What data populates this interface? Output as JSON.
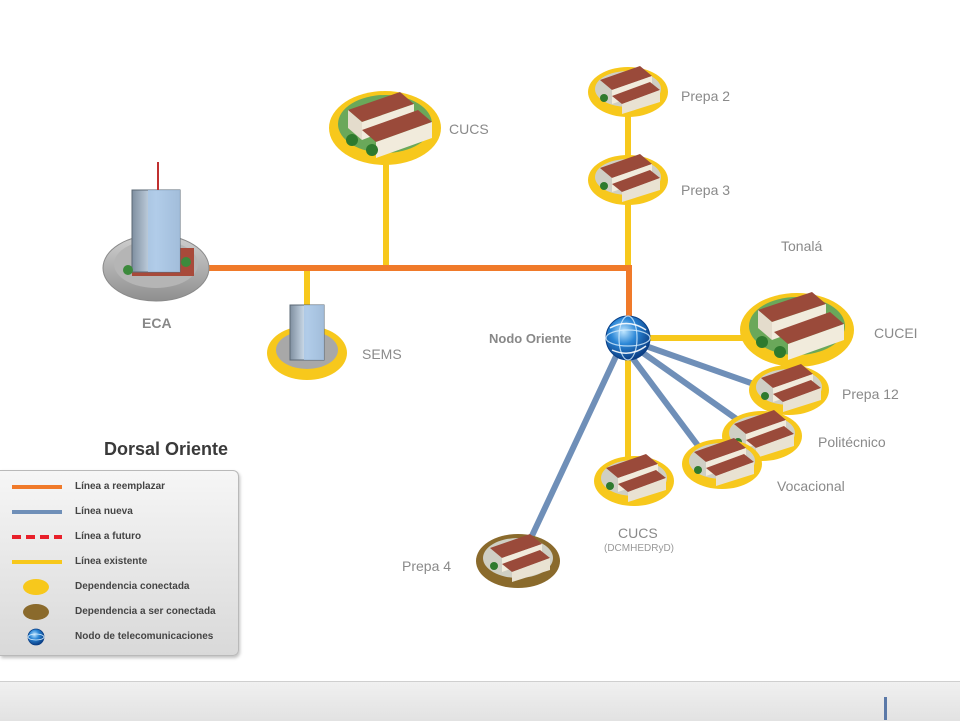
{
  "title": "Dorsal Oriente",
  "nodes": {
    "eca": "ECA",
    "sems": "SEMS",
    "cucs_top": "CUCS",
    "prepa2": "Prepa 2",
    "prepa3": "Prepa 3",
    "tonala": "Tonalá",
    "nodo_oriente": "Nodo Oriente",
    "cucei": "CUCEI",
    "prepa12": "Prepa 12",
    "politecnico": "Politécnico",
    "vocacional": "Vocacional",
    "cucs_bottom": "CUCS",
    "cucs_bottom_sub": "(DCMHEDRyD)",
    "prepa4": "Prepa 4"
  },
  "legend": {
    "items": [
      {
        "label": "Línea a reemplazar",
        "icon": "orange-line"
      },
      {
        "label": "Línea nueva",
        "icon": "blue-line"
      },
      {
        "label": "Línea a futuro",
        "icon": "red-dashed-line"
      },
      {
        "label": "Línea existente",
        "icon": "yellow-line"
      },
      {
        "label": "Dependencia conectada",
        "icon": "yellow-ellipse"
      },
      {
        "label": "Dependencia a ser conectada",
        "icon": "brown-ellipse"
      },
      {
        "label": "Nodo de telecomunicaciones",
        "icon": "globe-node"
      }
    ]
  },
  "colors": {
    "replace_line": "#f07a2a",
    "new_line": "#6f8fb8",
    "future_line": "#e8202a",
    "existing_line": "#f7c81c",
    "connected": "#f7c81c",
    "to_connect": "#8a6a2c",
    "node": "#1c64b4"
  }
}
